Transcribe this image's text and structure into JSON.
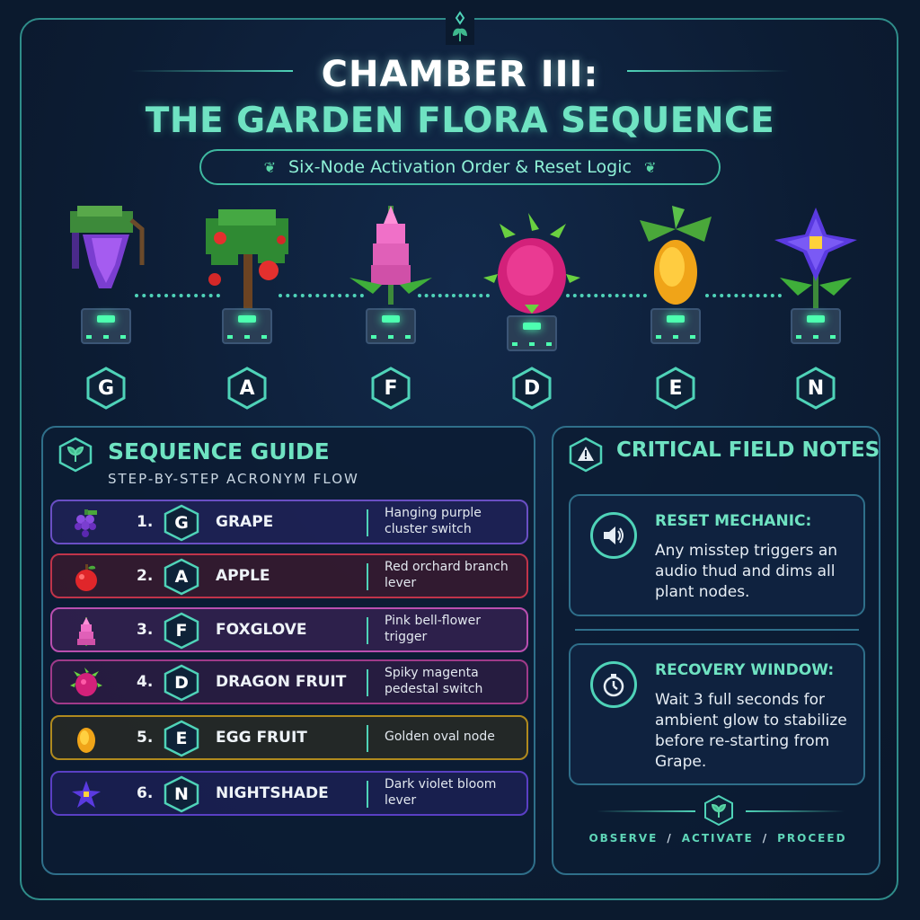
{
  "header": {
    "title_line1": "CHAMBER III:",
    "title_line2": "THE GARDEN FLORA SEQUENCE",
    "subtitle": "Six-Node Activation Order & Reset Logic"
  },
  "nodes": [
    {
      "letter": "G",
      "plant": "grape-vine-icon"
    },
    {
      "letter": "A",
      "plant": "apple-tree-icon"
    },
    {
      "letter": "F",
      "plant": "foxglove-icon"
    },
    {
      "letter": "D",
      "plant": "dragon-fruit-icon"
    },
    {
      "letter": "E",
      "plant": "egg-fruit-icon"
    },
    {
      "letter": "N",
      "plant": "nightshade-icon"
    }
  ],
  "guide": {
    "title": "SEQUENCE GUIDE",
    "subtitle": "STEP-BY-STEP ACRONYM FLOW",
    "rows": [
      {
        "num": "1.",
        "letter": "G",
        "name": "GRAPE",
        "desc": "Hanging purple cluster switch",
        "color": "#6a4fc4"
      },
      {
        "num": "2.",
        "letter": "A",
        "name": "APPLE",
        "desc": "Red orchard branch lever",
        "color": "#c0344a"
      },
      {
        "num": "3.",
        "letter": "F",
        "name": "FOXGLOVE",
        "desc": "Pink bell-flower trigger",
        "color": "#b94fb0"
      },
      {
        "num": "4.",
        "letter": "D",
        "name": "DRAGON FRUIT",
        "desc": "Spiky magenta pedestal switch",
        "color": "#a03a8a"
      },
      {
        "num": "5.",
        "letter": "E",
        "name": "EGG FRUIT",
        "desc": "Golden oval node",
        "color": "#b08a1e"
      },
      {
        "num": "6.",
        "letter": "N",
        "name": "NIGHTSHADE",
        "desc": "Dark violet bloom lever",
        "color": "#5a3fc4"
      }
    ]
  },
  "notes": {
    "title": "CRITICAL FIELD NOTES",
    "reset_title": "RESET MECHANIC:",
    "reset_text": "Any misstep triggers an audio thud and dims all plant nodes.",
    "recovery_title": "RECOVERY WINDOW:",
    "recovery_text": "Wait 3 full seconds for ambient glow to stabilize before re-starting from Grape.",
    "footer": [
      "OBSERVE",
      "ACTIVATE",
      "PROCEED"
    ],
    "footer_sep": "/"
  },
  "colors": {
    "accent": "#6fe3c2",
    "frame": "#2f8d8a",
    "background": "#0b1a2e"
  }
}
